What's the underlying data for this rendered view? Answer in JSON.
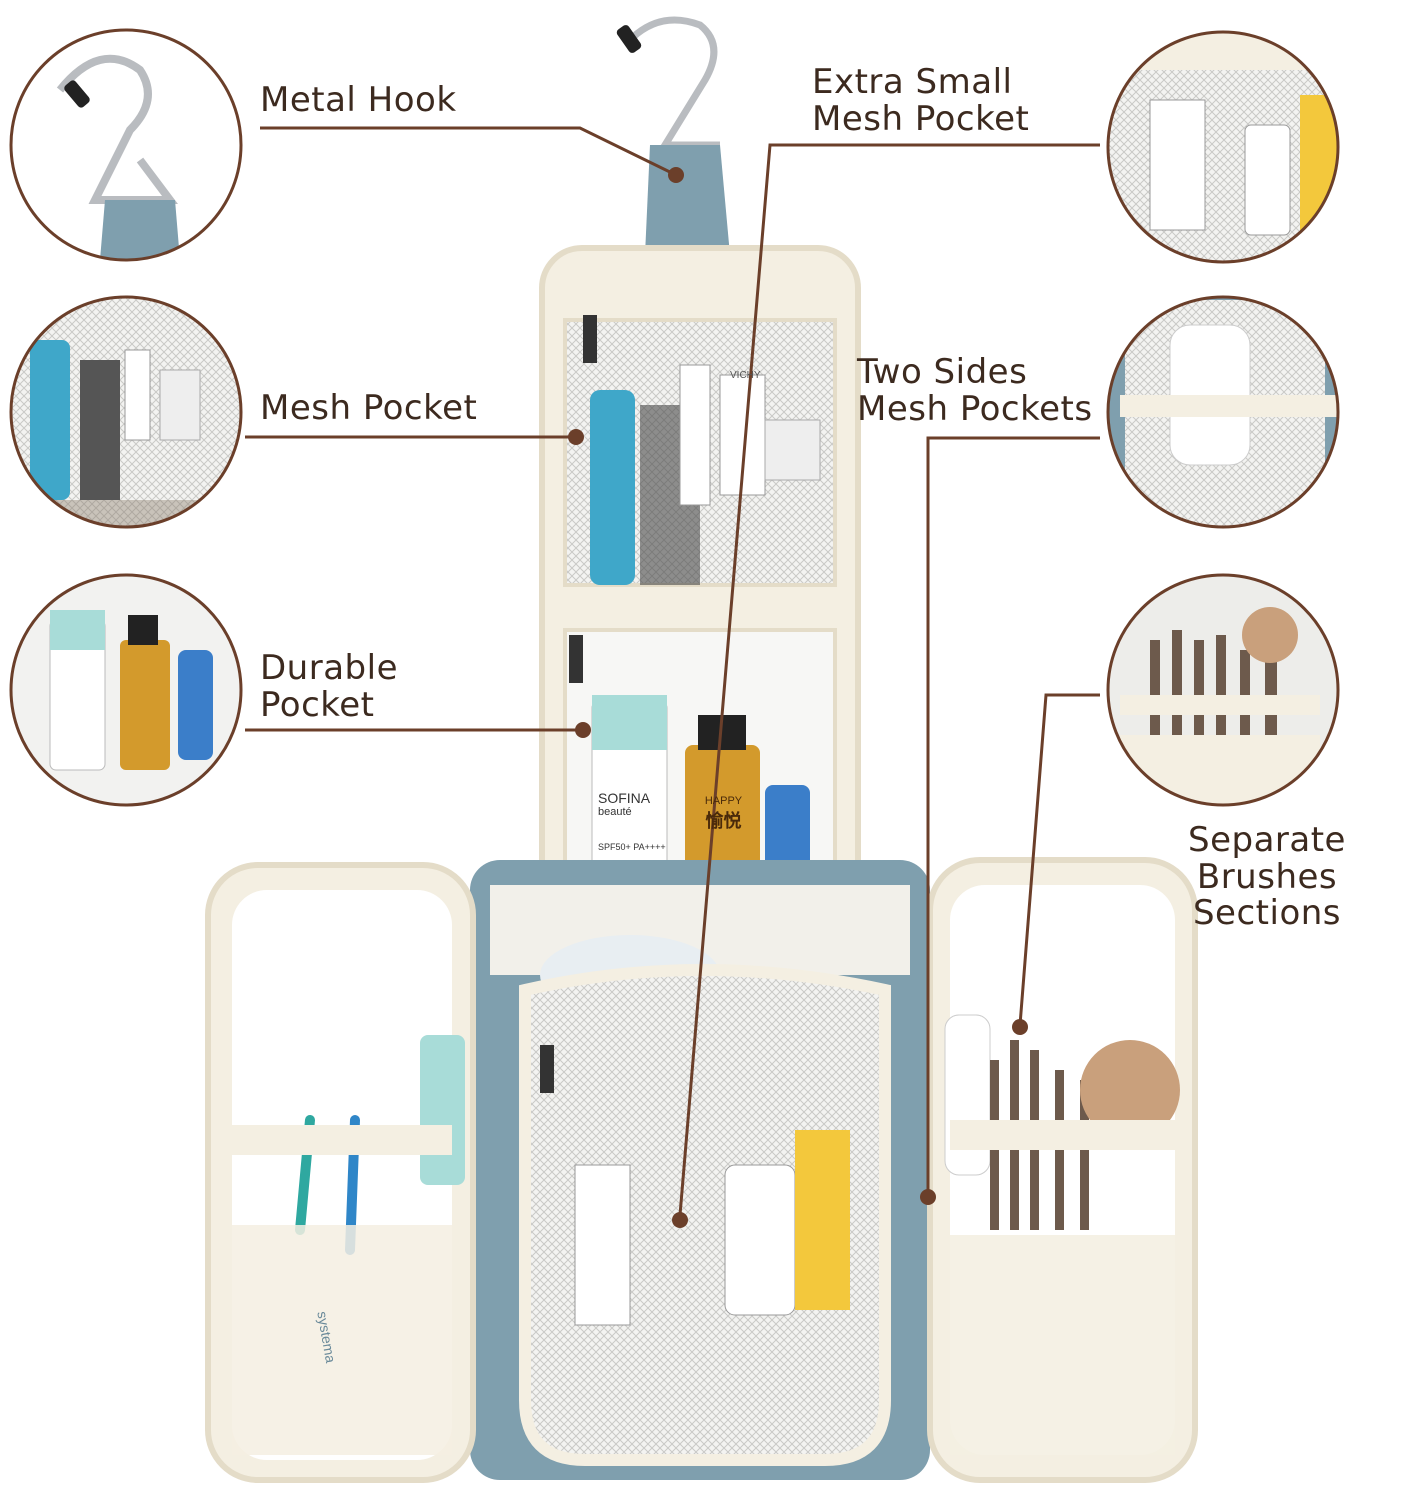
{
  "colors": {
    "accent_brown": "#6b3f2a",
    "bag_blue": "#7f9fae",
    "bag_cream": "#f4efe2",
    "mesh": "#d9d9d9"
  },
  "labels": {
    "metal_hook": "Metal Hook",
    "mesh_pocket": "Mesh Pocket",
    "durable_pocket_line1": "Durable",
    "durable_pocket_line2": "Pocket",
    "extra_small_line1": "Extra Small",
    "extra_small_line2": "Mesh Pocket",
    "two_sides_line1": "Two Sides",
    "two_sides_line2": "Mesh Pockets",
    "brushes_line1": "Separate Brushes",
    "brushes_line2": "Sections"
  },
  "product_text": {
    "sofina": "SOFINA",
    "sofina_sub": "beauté",
    "spf": "SPF50+ PA++++",
    "happy": "HAPPY",
    "yuyue": "愉悦",
    "vichy": "VICHY",
    "systema": "systema"
  }
}
